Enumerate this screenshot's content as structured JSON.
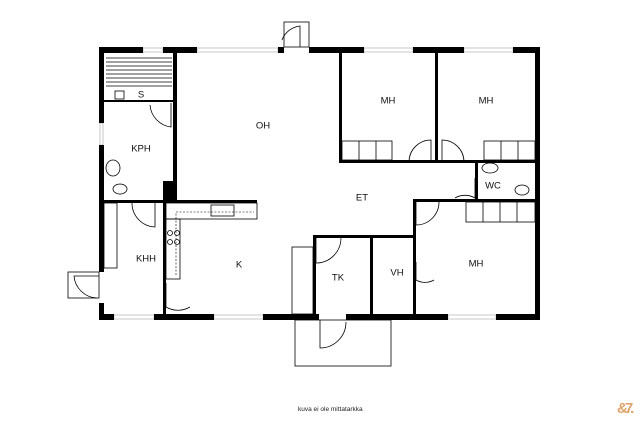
{
  "rooms": {
    "sauna": "S",
    "bathroom": "KPH",
    "living_room": "OH",
    "bedroom_1": "MH",
    "bedroom_2": "MH",
    "bedroom_3": "MH",
    "wc": "WC",
    "hall": "ET",
    "utility_room": "KHH",
    "kitchen": "K",
    "walk_in_closet": "TK",
    "wardrobe": "VH"
  },
  "caption": "kuva ei ole mittatarkka",
  "logo_text": "&7.",
  "colors": {
    "walls": "#000000",
    "logo": "#e0a36a"
  }
}
